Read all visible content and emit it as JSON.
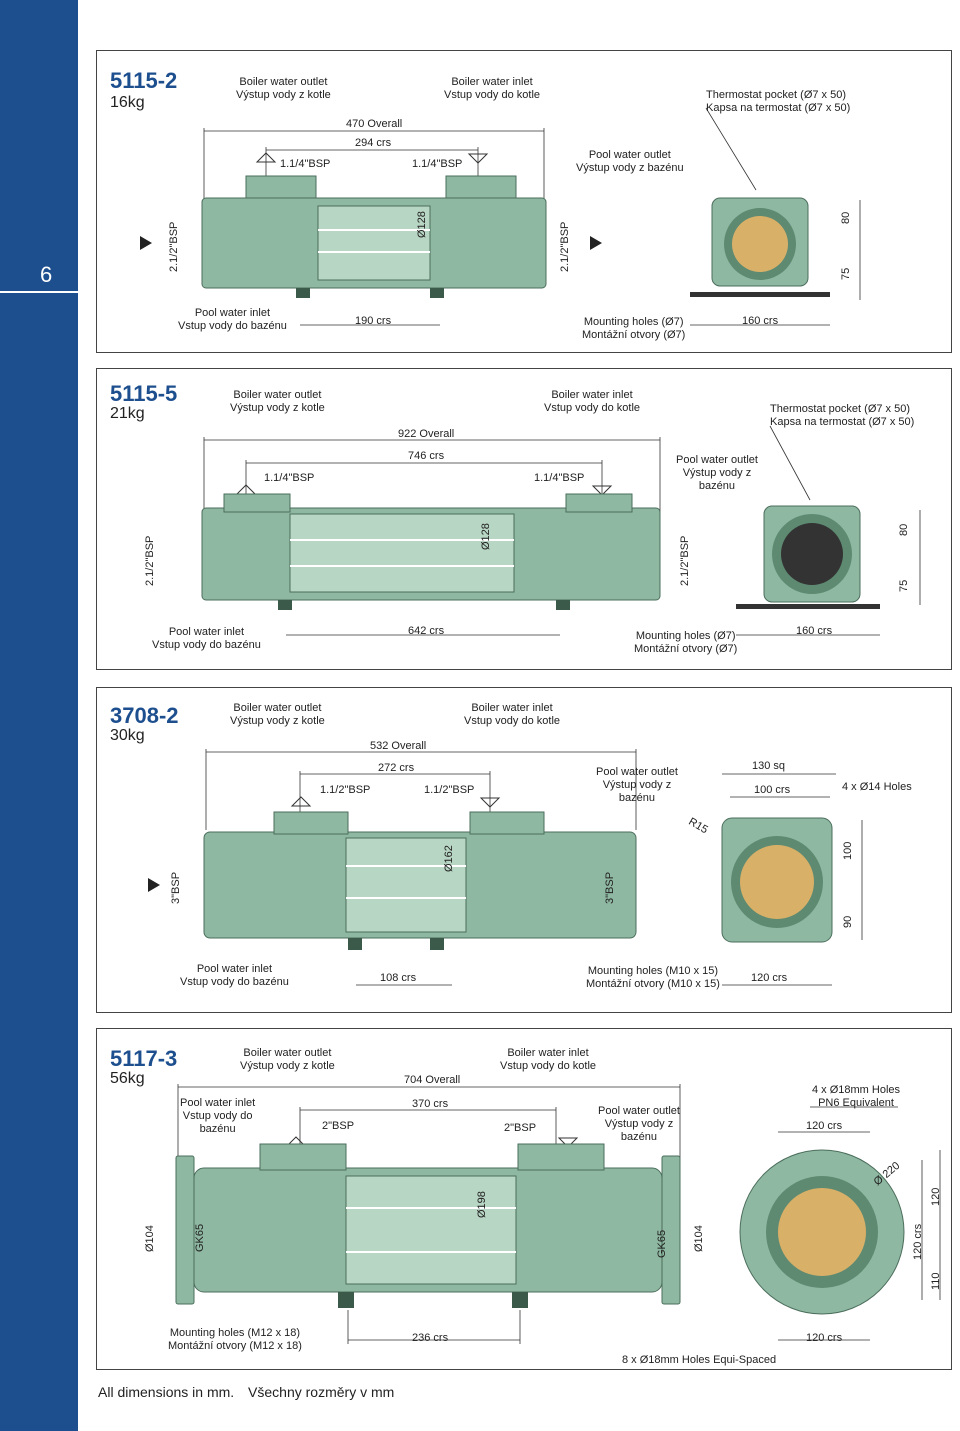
{
  "page": {
    "number": "6",
    "footer": [
      "All dimensions in mm.",
      "Všechny rozměry v mm"
    ]
  },
  "colors": {
    "sidebar": "#1d4f8f",
    "title": "#1d4f8f",
    "body": "#8fb8a2",
    "body_dark": "#5e8a72",
    "body_light": "#b8d6c4",
    "tubes": "#d9b068",
    "base": "#333333"
  },
  "modules": [
    {
      "id": "5115-2",
      "weight": "16kg",
      "boiler_outlet": [
        "Boiler water outlet",
        "Výstup vody z kotle"
      ],
      "boiler_inlet": [
        "Boiler water inlet",
        "Vstup vody do kotle"
      ],
      "thermostat": [
        "Thermostat pocket (Ø7 x 50)",
        "Kapsa na termostat (Ø7 x 50)"
      ],
      "overall": "470 Overall",
      "crs": "294 crs",
      "bsp_left": "1.1/4\"BSP",
      "bsp_right": "1.1/4\"BSP",
      "pool_outlet": [
        "Pool water outlet",
        "Výstup vody z bazénu"
      ],
      "pool_inlet": [
        "Pool water inlet",
        "Vstup vody do bazénu"
      ],
      "pool_bsp_left": "2.1/2\"BSP",
      "pool_bsp_right": "2.1/2\"BSP",
      "diameter": "Ø128",
      "base_crs": "190 crs",
      "mounting": [
        "Mounting holes (Ø7)",
        "Montážní otvory (Ø7)"
      ],
      "end_crs": "160 crs",
      "h_top": "80",
      "h_bottom": "75"
    },
    {
      "id": "5115-5",
      "weight": "21kg",
      "boiler_outlet": [
        "Boiler water outlet",
        "Výstup vody z kotle"
      ],
      "boiler_inlet": [
        "Boiler water inlet",
        "Vstup vody do kotle"
      ],
      "thermostat": [
        "Thermostat pocket (Ø7 x 50)",
        "Kapsa na termostat (Ø7 x 50)"
      ],
      "overall": "922 Overall",
      "crs": "746 crs",
      "bsp_left": "1.1/4\"BSP",
      "bsp_right": "1.1/4\"BSP",
      "pool_outlet": [
        "Pool water outlet",
        "Výstup vody z",
        "bazénu"
      ],
      "pool_inlet": [
        "Pool water inlet",
        "Vstup vody do bazénu"
      ],
      "pool_bsp_left": "2.1/2\"BSP",
      "pool_bsp_right": "2.1/2\"BSP",
      "diameter": "Ø128",
      "base_crs": "642 crs",
      "mounting": [
        "Mounting holes (Ø7)",
        "Montážní otvory (Ø7)"
      ],
      "end_crs": "160 crs",
      "h_top": "80",
      "h_bottom": "75"
    },
    {
      "id": "3708-2",
      "weight": "30kg",
      "boiler_outlet": [
        "Boiler water outlet",
        "Výstup vody z kotle"
      ],
      "boiler_inlet": [
        "Boiler water inlet",
        "Vstup vody do kotle"
      ],
      "overall": "532 Overall",
      "crs": "272 crs",
      "bsp_left": "1.1/2\"BSP",
      "bsp_right": "1.1/2\"BSP",
      "pool_outlet": [
        "Pool water outlet",
        "Výstup vody z",
        "bazénu"
      ],
      "pool_inlet": [
        "Pool water inlet",
        "Vstup vody do bazénu"
      ],
      "pool_bsp_left": "3\"BSP",
      "pool_bsp_right": "3\"BSP",
      "diameter": "Ø162",
      "base_crs": "108 crs",
      "mounting": [
        "Mounting holes (M10 x 15)",
        "Montážní otvory (M10 x 15)"
      ],
      "end_crs": "120 crs",
      "sq": "130 sq",
      "sq_crs": "100 crs",
      "holes": "4 x Ø14 Holes",
      "radius": "R15",
      "h_top": "100",
      "h_bottom": "90"
    },
    {
      "id": "5117-3",
      "weight": "56kg",
      "boiler_outlet": [
        "Boiler water outlet",
        "Výstup vody z kotle"
      ],
      "boiler_inlet": [
        "Boiler water inlet",
        "Vstup vody do kotle"
      ],
      "overall": "704 Overall",
      "crs": "370 crs",
      "bsp_left": "2\"BSP",
      "bsp_right": "2\"BSP",
      "pool_inlet": [
        "Pool water inlet",
        "Vstup vody do",
        "bazénu"
      ],
      "pool_outlet": [
        "Pool water outlet",
        "Výstup vody z",
        "bazénu"
      ],
      "flange_left": "Ø104",
      "flange_right": "Ø104",
      "gasket_left": "GK65",
      "gasket_right": "GK65",
      "diameter": "Ø198",
      "base_crs": "236 crs",
      "mounting": [
        "Mounting holes (M12 x 18)",
        "Montážní otvory (M12 x 18)"
      ],
      "end_crs_top": "120 crs",
      "end_crs_bottom": "120 crs",
      "holes": [
        "4 x Ø18mm Holes",
        "PN6 Equivalent"
      ],
      "flange_dia": "Ø 220",
      "holes_bottom": "8 x Ø18mm Holes Equi-Spaced",
      "h_top": "120",
      "h_mid": "120 crs",
      "h_bottom": "110"
    }
  ]
}
